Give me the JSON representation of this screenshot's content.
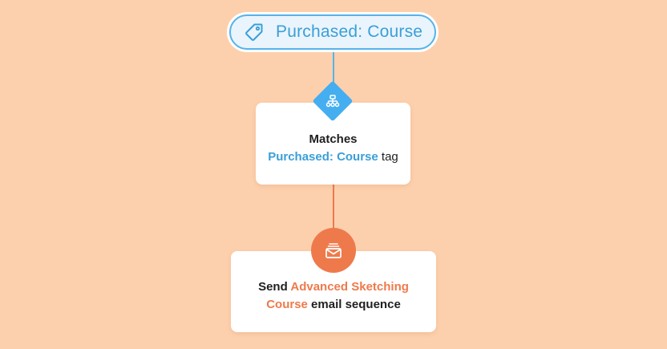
{
  "trigger": {
    "icon": "tag-icon",
    "label": "Purchased: Course"
  },
  "condition": {
    "icon": "sitemap-icon",
    "line1": "Matches",
    "tag_name": "Purchased: Course",
    "tag_suffix": " tag"
  },
  "action": {
    "icon": "email-sequence-icon",
    "prefix": "Send ",
    "sequence_name_line1": "Advanced Sketching",
    "sequence_name_line2": "Course",
    "suffix": " email sequence"
  },
  "colors": {
    "background": "#fdd0ad",
    "trigger_blue": "#55b3ea",
    "action_orange": "#ee7a4c"
  }
}
